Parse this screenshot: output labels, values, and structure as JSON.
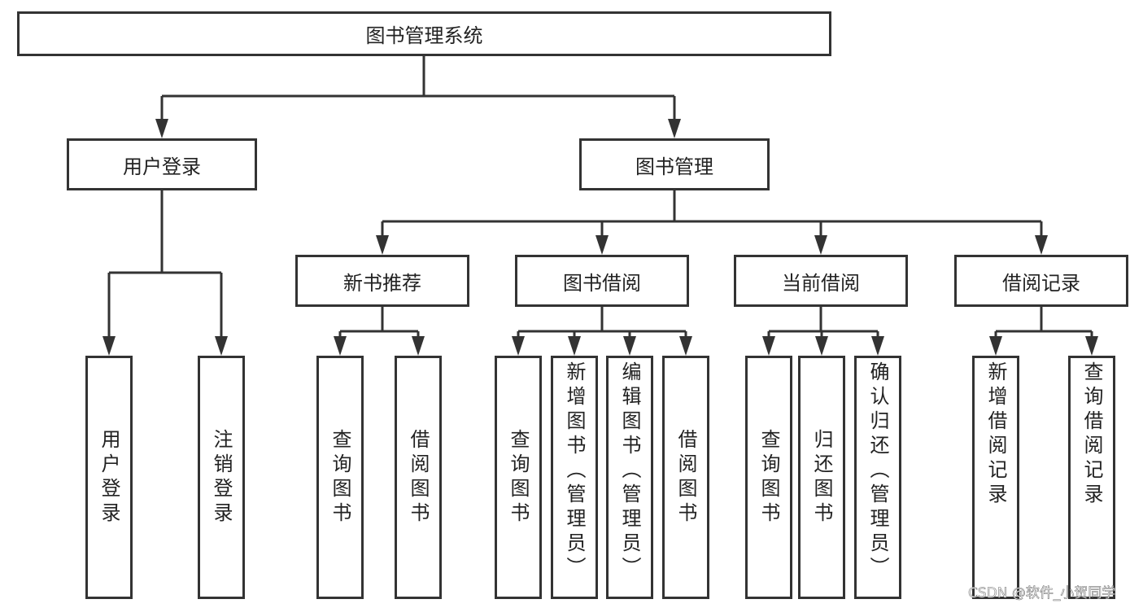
{
  "root": {
    "label": "图书管理系统",
    "children": [
      {
        "label": "用户登录",
        "children": [
          {
            "label": "用户登录"
          },
          {
            "label": "注销登录"
          }
        ]
      },
      {
        "label": "图书管理",
        "children": [
          {
            "label": "新书推荐",
            "children": [
              {
                "label": "查询图书"
              },
              {
                "label": "借阅图书"
              }
            ]
          },
          {
            "label": "图书借阅",
            "children": [
              {
                "label": "查询图书"
              },
              {
                "label": "新增图书（管理员）"
              },
              {
                "label": "编辑图书（管理员）"
              },
              {
                "label": "借阅图书"
              }
            ]
          },
          {
            "label": "当前借阅",
            "children": [
              {
                "label": "查询图书"
              },
              {
                "label": "归还图书"
              },
              {
                "label": "确认归还（管理员）"
              }
            ]
          },
          {
            "label": "借阅记录",
            "children": [
              {
                "label": "新增借阅记录"
              },
              {
                "label": "查询借阅记录"
              }
            ]
          }
        ]
      }
    ]
  },
  "colors": {
    "stroke": "#333333",
    "background": "#ffffff"
  },
  "watermark": "CSDN @软件_小贺同学"
}
